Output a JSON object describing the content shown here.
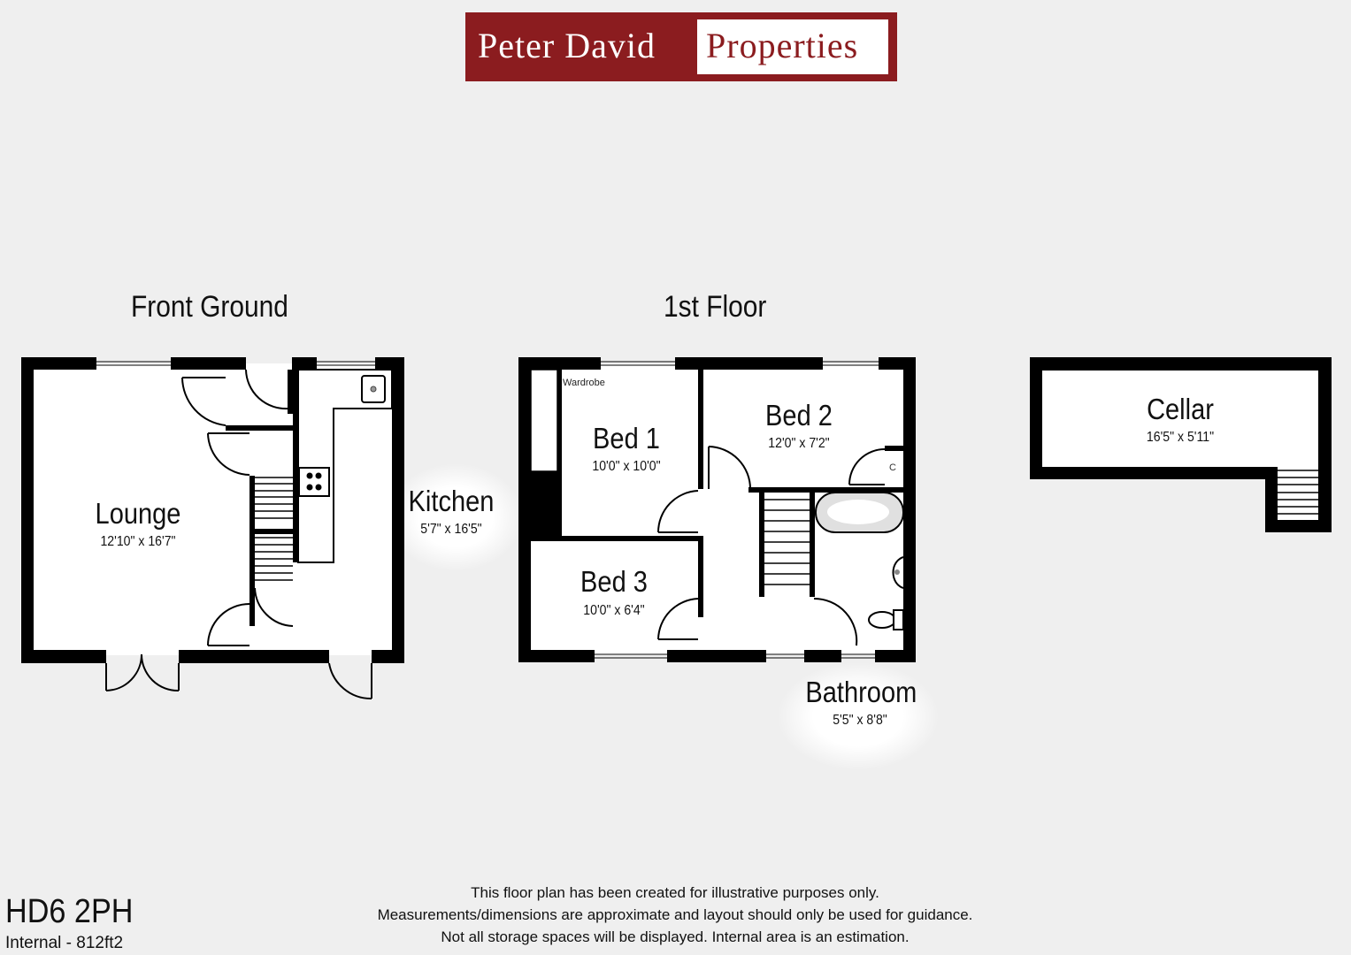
{
  "header": {
    "brand_part1": "Peter David",
    "brand_part2": "Properties",
    "brand_color": "#8b1c1f"
  },
  "floors": [
    {
      "title": "Front Ground",
      "rooms": [
        {
          "name": "Lounge",
          "dimensions": "12'10\" x 16'7\""
        },
        {
          "name": "Kitchen",
          "dimensions": "5'7\" x 16'5\""
        }
      ]
    },
    {
      "title": "1st Floor",
      "rooms": [
        {
          "name": "Bed 1",
          "dimensions": "10'0\" x 10'0\""
        },
        {
          "name": "Bed 2",
          "dimensions": "12'0\" x 7'2\""
        },
        {
          "name": "Bed 3",
          "dimensions": "10'0\" x 6'4\""
        },
        {
          "name": "Bathroom",
          "dimensions": "5'5\" x 8'8\""
        }
      ],
      "labels": {
        "wardrobe": "Wardrobe",
        "closet": "C"
      }
    },
    {
      "title": "",
      "rooms": [
        {
          "name": "Cellar",
          "dimensions": "16'5\" x 5'11\""
        }
      ]
    }
  ],
  "footer": {
    "postcode": "HD6 2PH",
    "internal_area": "Internal - 812ft2",
    "disclaimer": [
      "This floor plan has been created for illustrative purposes only.",
      "Measurements/dimensions are approximate and layout should only be used for guidance.",
      "Not all storage spaces will be displayed. Internal area is an estimation."
    ]
  }
}
